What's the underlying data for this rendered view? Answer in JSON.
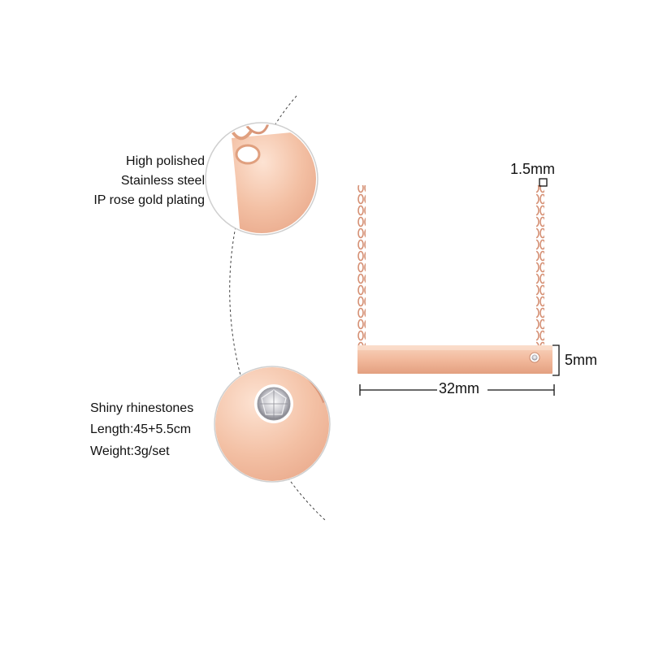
{
  "features_top": {
    "line1": "High polished",
    "line2": "Stainless steel",
    "line3": "IP rose gold plating"
  },
  "features_bottom": {
    "line1": "Shiny rhinestones",
    "line2": "Length:45+5.5cm",
    "line3": "Weight:3g/set"
  },
  "dimensions": {
    "chain_width": "1.5mm",
    "bar_height": "5mm",
    "bar_length": "32mm"
  },
  "colors": {
    "rose_gold": "#f0b89a",
    "rose_gold_light": "#f9d9c6",
    "rose_gold_dark": "#d99374",
    "chain": "#d58f73",
    "guide_line": "#444444"
  },
  "icons": [
    "zoom-circle-clasp",
    "zoom-circle-rhinestone",
    "necklace-product"
  ]
}
